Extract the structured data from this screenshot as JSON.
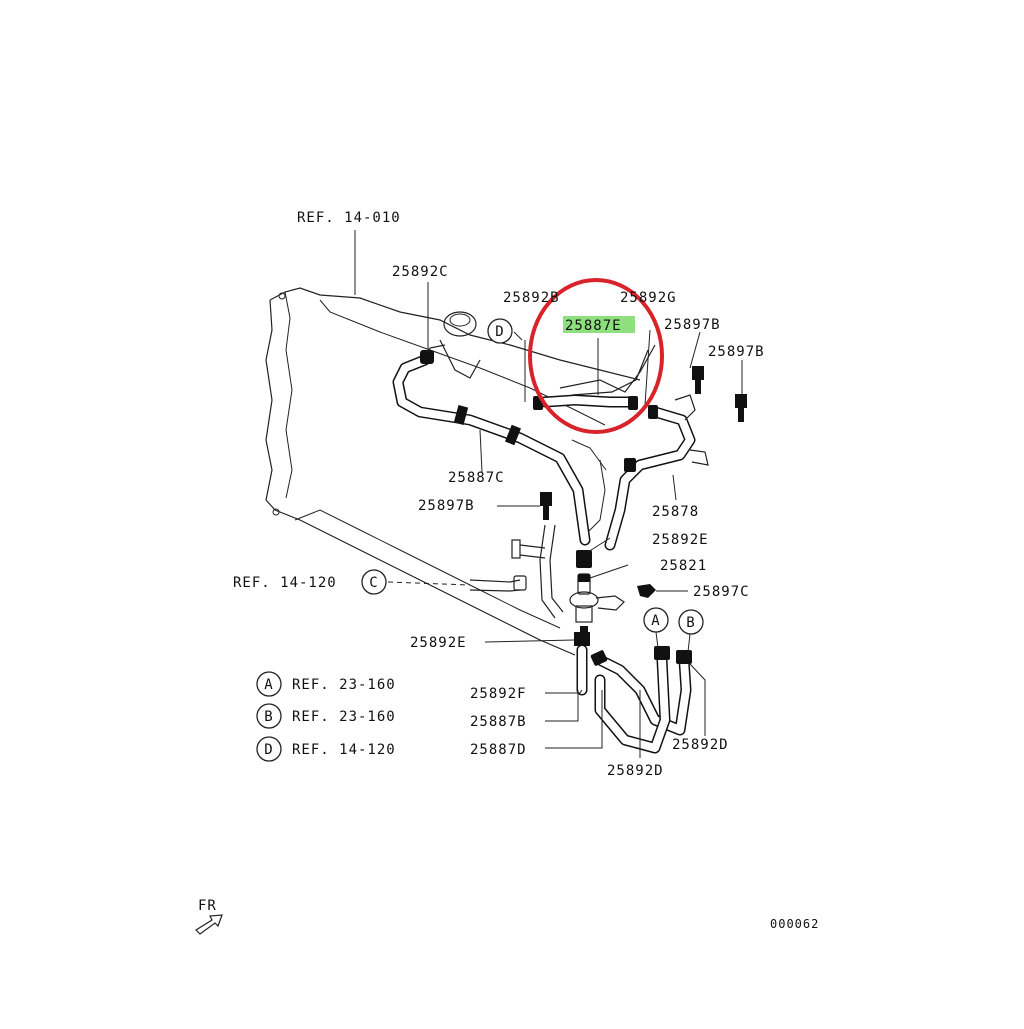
{
  "diagram": {
    "diagram_code": "000062",
    "front_marker": "FR",
    "highlight_color": "#8ee07f",
    "circle_color": "#d9232a",
    "part_labels": {
      "ref_14_010": "REF. 14-010",
      "p25892c_top": "25892C",
      "p25892b_top": "25892B",
      "p25892g": "25892G",
      "p25887e": "25887E",
      "p25897b_right1": "25897B",
      "p25897b_right2": "25897B",
      "p25887c": "25887C",
      "p25878": "25878",
      "p25897b_left": "25897B",
      "p25892e_mid": "25892E",
      "p25821": "25821",
      "ref_14_120_mid": "REF. 14-120",
      "p25897c": "25897C",
      "p25892e_low": "25892E",
      "p25892f": "25892F",
      "p25887b": "25887B",
      "p25887d": "25887D",
      "p25892d_mid": "25892D",
      "p25892d_right": "25892D"
    },
    "markers": {
      "a": "A",
      "b": "B",
      "c": "C",
      "d": "D"
    },
    "legend": [
      {
        "marker": "A",
        "text": "REF. 23-160"
      },
      {
        "marker": "B",
        "text": "REF. 23-160"
      },
      {
        "marker": "D",
        "text": "REF. 14-120"
      }
    ]
  }
}
